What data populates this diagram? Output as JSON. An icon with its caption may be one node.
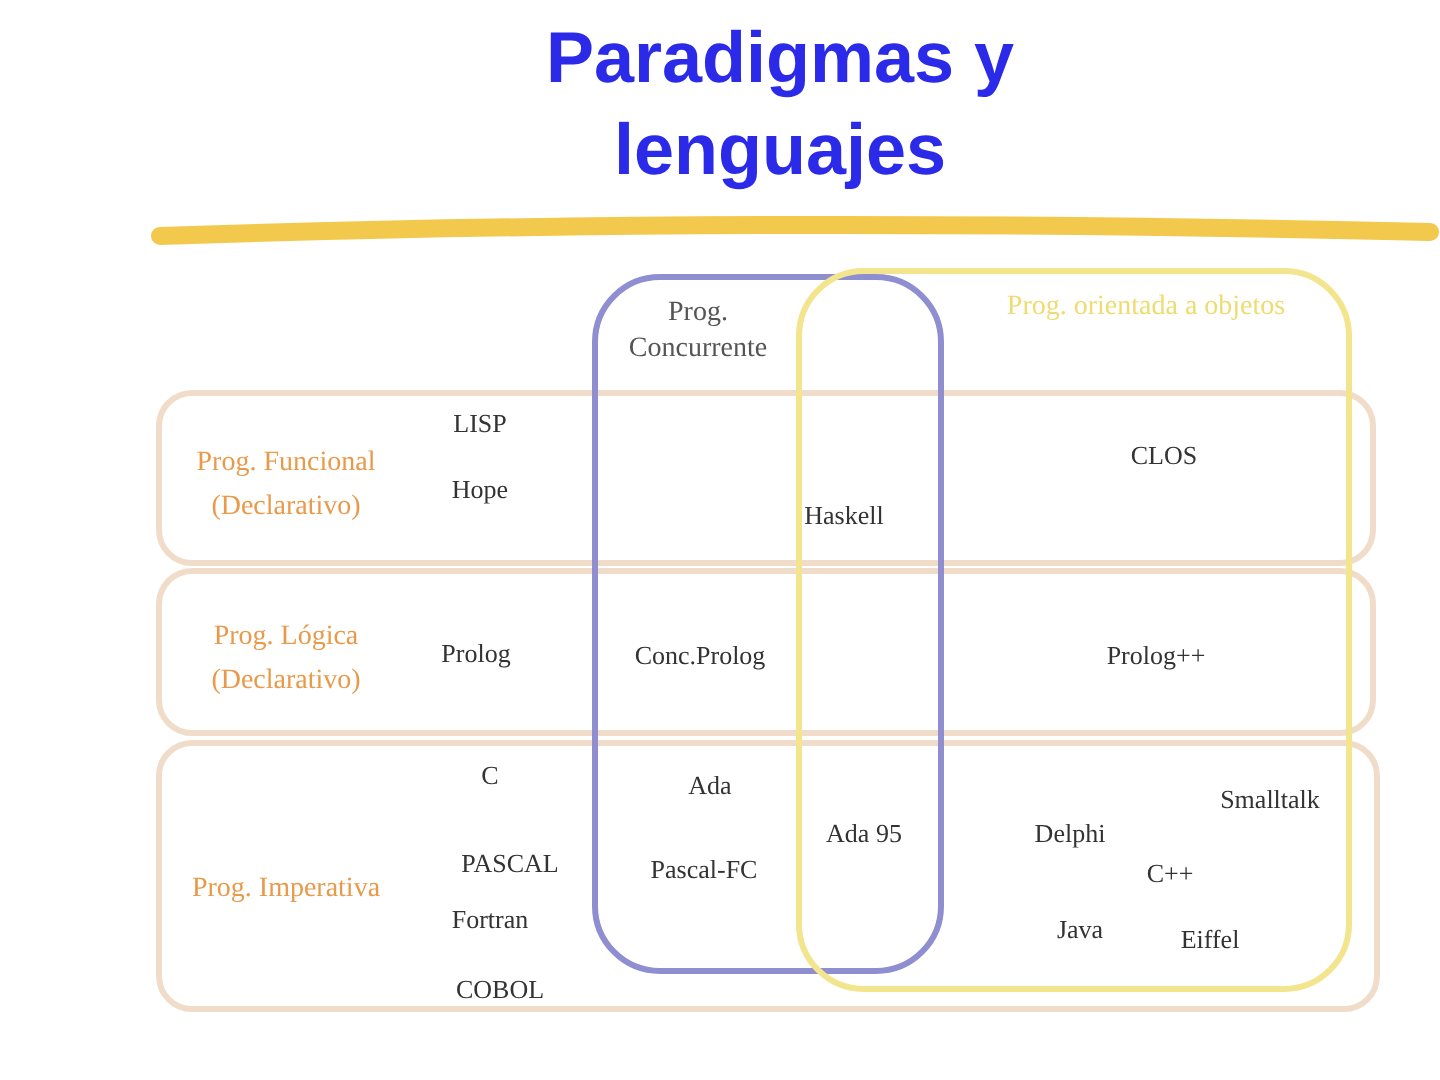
{
  "diagram": {
    "title": "Paradigmas y lenguajes",
    "nodes": [
      {
        "text": [
          "Prog. Funcional (Declarativo)"
        ]
      },
      {
        "text": [
          "Prog. Lógica (Declarativo)"
        ]
      },
      {
        "text": [
          "Prog. Imperativa"
        ]
      },
      {
        "text": [
          "Prog. Concurrente"
        ]
      },
      {
        "text": [
          "Prog. orientada a objetos"
        ]
      }
    ],
    "labels": [
      "LISP",
      "Hope",
      "Haskell",
      "CLOS",
      "Prolog",
      "Conc.Prolog",
      "Prolog++",
      "C",
      "Ada",
      "Smalltalk",
      "Ada 95",
      "Delphi",
      "PASCAL",
      "Pascal-FC",
      "C++",
      "Fortran",
      "Java",
      "Eiffel",
      "COBOL"
    ]
  }
}
